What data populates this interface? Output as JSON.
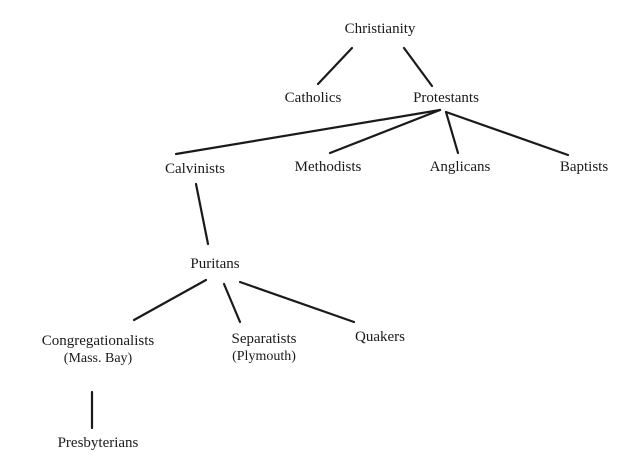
{
  "nodes": {
    "christianity": "Christianity",
    "catholics": "Catholics",
    "protestants": "Protestants",
    "calvinists": "Calvinists",
    "methodists": "Methodists",
    "anglicans": "Anglicans",
    "baptists": "Baptists",
    "puritans": "Puritans",
    "congregationalists": {
      "label": "Congregationalists",
      "sub": "(Mass. Bay)"
    },
    "separatists": {
      "label": "Separatists",
      "sub": "(Plymouth)"
    },
    "quakers": "Quakers",
    "presbyterians": "Presbyterians"
  },
  "edges": [
    [
      "christianity",
      "catholics"
    ],
    [
      "christianity",
      "protestants"
    ],
    [
      "protestants",
      "calvinists"
    ],
    [
      "protestants",
      "methodists"
    ],
    [
      "protestants",
      "anglicans"
    ],
    [
      "protestants",
      "baptists"
    ],
    [
      "calvinists",
      "puritans"
    ],
    [
      "puritans",
      "congregationalists"
    ],
    [
      "puritans",
      "separatists"
    ],
    [
      "puritans",
      "quakers"
    ],
    [
      "congregationalists",
      "presbyterians"
    ]
  ]
}
